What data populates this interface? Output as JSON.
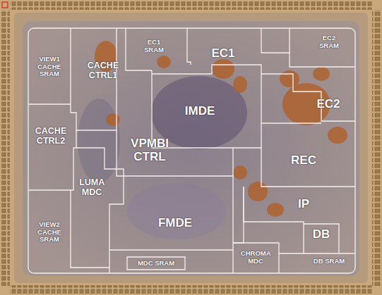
{
  "diagram": {
    "nodes": [
      {
        "text": [
          "VIEW1 CACHE SRAM"
        ]
      },
      {
        "text": [
          "CACHE CTRL1"
        ]
      },
      {
        "text": [
          "EC1 SRAM"
        ]
      },
      {
        "text": [
          "EC1"
        ]
      },
      {
        "text": [
          "EC2 SRAM"
        ]
      },
      {
        "text": [
          "IMDE"
        ]
      },
      {
        "text": [
          "EC2"
        ]
      },
      {
        "text": [
          "CACHE CTRL2"
        ]
      },
      {
        "text": [
          "VPMBI CTRL"
        ]
      },
      {
        "text": [
          "REC"
        ]
      },
      {
        "text": [
          "LUMA MDC"
        ]
      },
      {
        "text": [
          "IP"
        ]
      },
      {
        "text": [
          "FMDE"
        ]
      },
      {
        "text": [
          "VIEW2 CACHE SRAM"
        ]
      },
      {
        "text": [
          "DB"
        ]
      },
      {
        "text": [
          "CHROMA MDC"
        ]
      },
      {
        "text": [
          "MDC SRAM"
        ]
      },
      {
        "text": [
          "DB SRAM"
        ]
      }
    ]
  }
}
